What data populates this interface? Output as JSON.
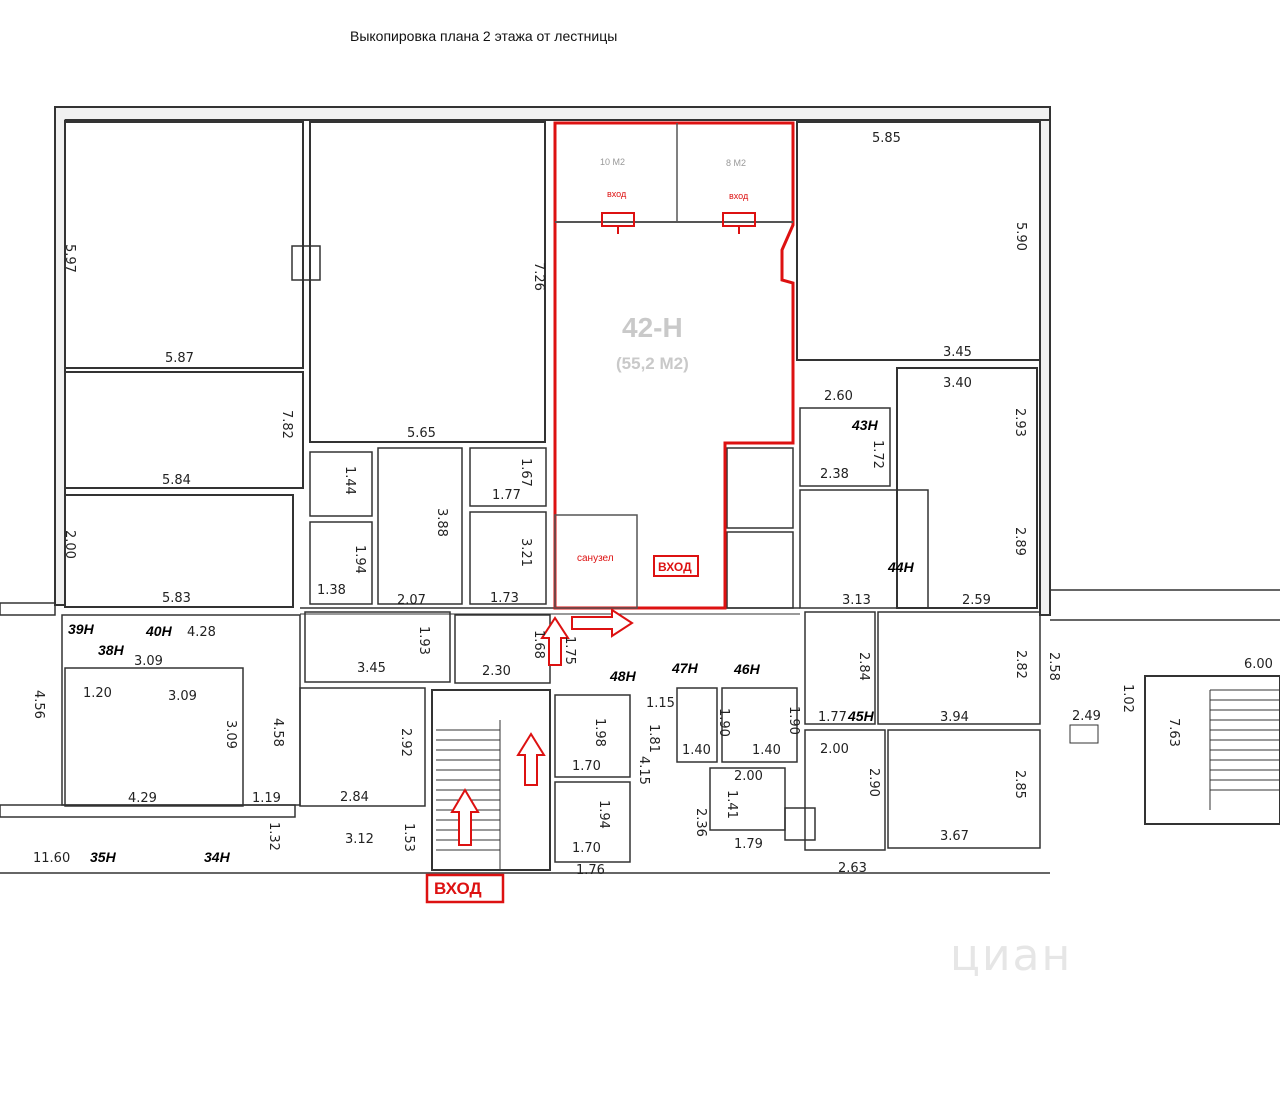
{
  "title": "Выкопировка плана 2 этажа от лестницы",
  "highlight": {
    "unit": "42-Н",
    "area": "(55,2 М2)",
    "room_a_area": "10 М2",
    "room_b_area": "8 М2",
    "door_label": "вход",
    "bathroom": "санузел",
    "entrance_inner": "ВХОД"
  },
  "main_entrance": "ВХОД",
  "unit_labels": [
    "39Н",
    "38Н",
    "40Н",
    "35Н",
    "34Н",
    "43Н",
    "44Н",
    "45Н",
    "46Н",
    "47Н",
    "48Н"
  ],
  "dimensions": [
    "5.97",
    "5.87",
    "5.84",
    "2.00",
    "5.83",
    "4.28",
    "3.09",
    "3.09",
    "1.20",
    "4.29",
    "4.58",
    "3.09",
    "4.56",
    "11.60",
    "1.32",
    "7.82",
    "7.26",
    "5.65",
    "1.44",
    "1.94",
    "1.38",
    "3.88",
    "2.07",
    "1.77",
    "1.67",
    "1.73",
    "3.21",
    "3.45",
    "1.93",
    "2.30",
    "1.68",
    "1.75",
    "2.92",
    "2.84",
    "3.12",
    "1.53",
    "5.85",
    "5.90",
    "3.45",
    "3.40",
    "2.60",
    "1.72",
    "2.38",
    "2.93",
    "2.89",
    "2.59",
    "3.13",
    "1.15",
    "1.98",
    "1.81",
    "1.70",
    "4.15",
    "1.94",
    "1.70",
    "1.76",
    "1.90",
    "1.40",
    "1.90",
    "1.40",
    "2.00",
    "1.41",
    "1.79",
    "2.36",
    "1.77",
    "2.84",
    "3.94",
    "2.82",
    "2.58",
    "2.00",
    "2.90",
    "2.85",
    "3.67",
    "2.63",
    "2.49",
    "1.02",
    "7.63",
    "6.00",
    "1.19"
  ],
  "watermark": "циан"
}
